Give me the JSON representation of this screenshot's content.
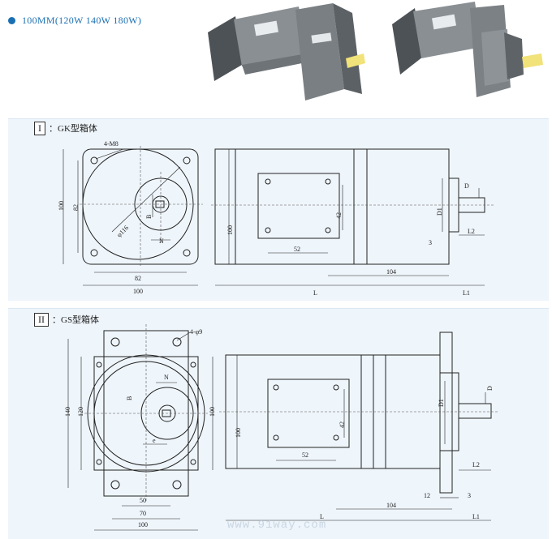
{
  "header": {
    "title": "100MM(120W  140W  180W)"
  },
  "sections": [
    {
      "roman": "I",
      "label": "：GK型箱体"
    },
    {
      "roman": "II",
      "label": "：GS型箱体"
    }
  ],
  "gk": {
    "front": {
      "holes": "4-M8",
      "dia": "φ116",
      "b": "B",
      "n": "N",
      "w82": "82",
      "w100": "100",
      "h82": "82",
      "h100": "100"
    },
    "side": {
      "h100": "100",
      "d1": "D1",
      "d": "D",
      "l2": "L2",
      "d42": "42",
      "d52": "52",
      "d3": "3",
      "l": "L",
      "d104": "104",
      "l1": "L1"
    }
  },
  "gs": {
    "front": {
      "holes": "4-φ9",
      "n": "N",
      "b": "B",
      "e": "e",
      "h140": "140",
      "h120": "120",
      "h100": "100",
      "w50": "50",
      "w70": "70",
      "w100": "100"
    },
    "side": {
      "h100": "100",
      "d1": "D1",
      "d": "D",
      "l2": "L2",
      "d42": "42",
      "d52": "52",
      "d12": "12",
      "d3": "3",
      "d104": "104",
      "l": "L",
      "l1": "L1"
    }
  },
  "watermark": "www.91way.com"
}
